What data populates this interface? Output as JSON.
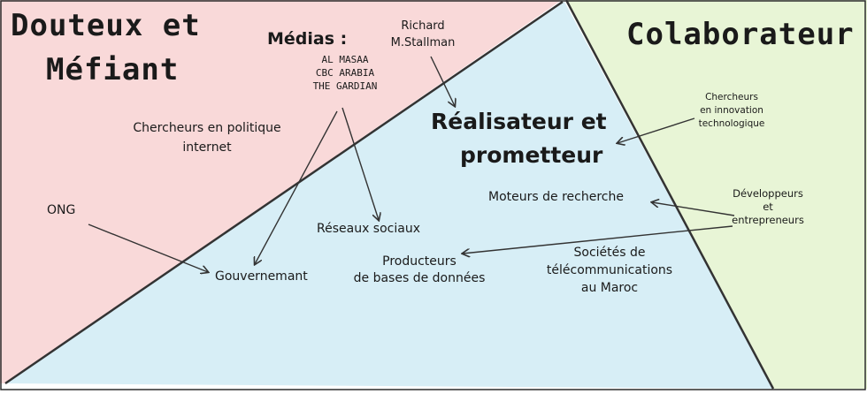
{
  "zones": {
    "left": {
      "label_line1": "Douteux et",
      "label_line2": "Méfiant",
      "fill": "#f9d9d9"
    },
    "middle": {
      "label_line1": "Réalisateur et",
      "label_line2": "prometteur",
      "fill": "#d7eef6"
    },
    "right": {
      "label": "Colaborateur",
      "fill": "#e8f5d6"
    }
  },
  "nodes": {
    "medias_title": "Médias :",
    "medias_list": [
      "AL MASAA",
      "CBC ARABIA",
      "THE GARDIAN"
    ],
    "stallman": [
      "Richard",
      "M.Stallman"
    ],
    "chercheurs_politique": [
      "Chercheurs en politique",
      "internet"
    ],
    "ong": "ONG",
    "gouvernement": "Gouvernemant",
    "reseaux": "Réseaux sociaux",
    "producteurs": [
      "Producteurs",
      "de bases de données"
    ],
    "moteurs": "Moteurs de recherche",
    "societes": [
      "Sociétés de",
      "télécommunications",
      "au Maroc"
    ],
    "chercheurs_innovation": [
      "Chercheurs",
      "en innovation",
      "technologique"
    ],
    "developpeurs": [
      "Développeurs",
      "et",
      "entrepreneurs"
    ]
  },
  "colors": {
    "ink": "#333333",
    "border": "#2b2b2b"
  }
}
